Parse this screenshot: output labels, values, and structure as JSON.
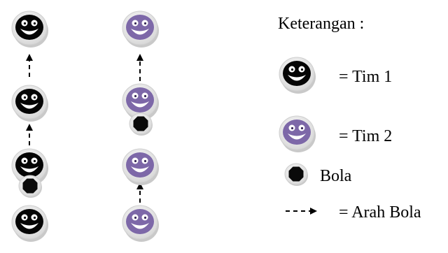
{
  "legend": {
    "title": "Keterangan :",
    "team1": "= Tim 1",
    "team2": "= Tim 2",
    "ball": "Bola",
    "arrow": "= Arah Bola"
  },
  "colors": {
    "team1_face": "#050505",
    "team2_face": "#7d68a8",
    "plate": "#f3f3f3",
    "plate_rim": "#d2d2d2",
    "ball": "#0a0a0a",
    "arrow": "#000000"
  },
  "icons": {
    "team1_player": "black-smiley-icon",
    "team2_player": "purple-smiley-icon",
    "ball": "octagon-ball-icon",
    "arrow": "dashed-arrow-icon"
  }
}
